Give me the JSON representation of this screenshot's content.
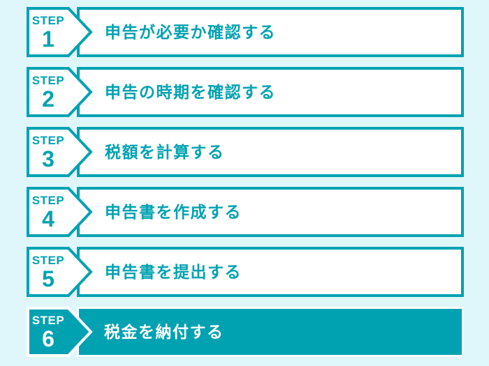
{
  "page": {
    "background": "#dff7fb",
    "accent_color": "#00a2b2",
    "inactive_box_fill": "#ffffff",
    "active_text_color": "#ffffff"
  },
  "steps": [
    {
      "badge_label": "STEP",
      "badge_number": "1",
      "title": "申告が必要か確認する",
      "active": false
    },
    {
      "badge_label": "STEP",
      "badge_number": "2",
      "title": "申告の時期を確認する",
      "active": false
    },
    {
      "badge_label": "STEP",
      "badge_number": "3",
      "title": "税額を計算する",
      "active": false
    },
    {
      "badge_label": "STEP",
      "badge_number": "4",
      "title": "申告書を作成する",
      "active": false
    },
    {
      "badge_label": "STEP",
      "badge_number": "5",
      "title": "申告書を提出する",
      "active": false
    },
    {
      "badge_label": "STEP",
      "badge_number": "6",
      "title": "税金を納付する",
      "active": true
    }
  ]
}
